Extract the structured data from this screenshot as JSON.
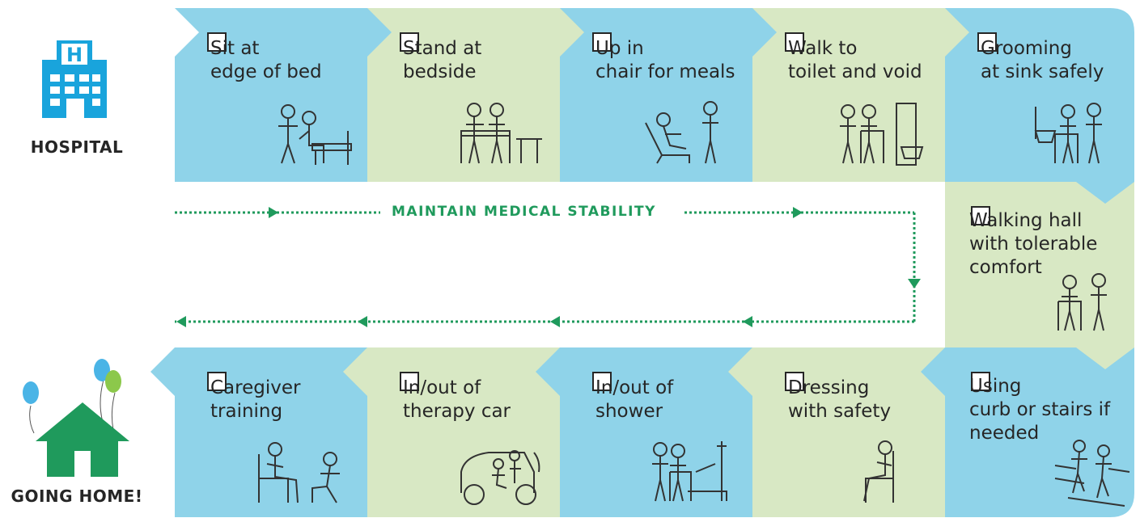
{
  "colors": {
    "blue": "#8fd3e9",
    "green": "#d8e8c4",
    "accent": "#1f9a5c",
    "hospital_blue": "#19a4dc",
    "home_green": "#1f9a5c",
    "ink": "#262626"
  },
  "hospital": {
    "label": "HOSPITAL",
    "icon": "hospital-building-icon",
    "sign": "H"
  },
  "home": {
    "label": "GOING HOME!",
    "icon": "house-icon",
    "balloons_icon": "balloons-icon"
  },
  "flow": {
    "label": "MAINTAIN MEDICAL STABILITY"
  },
  "steps_top": [
    {
      "label": "Sit at\nedge of bed",
      "checked": false,
      "color": "blue",
      "icon": "sitting-at-bed-icon"
    },
    {
      "label": "Stand at\nbedside",
      "checked": false,
      "color": "green",
      "icon": "standing-at-bedside-icon"
    },
    {
      "label": "Up in\nchair for meals",
      "checked": false,
      "color": "blue",
      "icon": "chair-meal-icon"
    },
    {
      "label": "Walk to\ntoilet and void",
      "checked": false,
      "color": "green",
      "icon": "walking-to-toilet-icon"
    },
    {
      "label": "Grooming\nat sink safely",
      "checked": false,
      "color": "blue",
      "icon": "grooming-at-sink-icon"
    }
  ],
  "step_middle": {
    "label": "Walking hall\nwith tolerable\ncomfort",
    "checked": false,
    "color": "green",
    "icon": "walking-hall-icon"
  },
  "steps_bottom": [
    {
      "label": "Caregiver\ntraining",
      "checked": false,
      "color": "blue",
      "icon": "caregiver-training-icon"
    },
    {
      "label": "In/out of\ntherapy car",
      "checked": false,
      "color": "green",
      "icon": "therapy-car-icon"
    },
    {
      "label": "In/out of\nshower",
      "checked": false,
      "color": "blue",
      "icon": "shower-icon"
    },
    {
      "label": "Dressing\nwith safety",
      "checked": false,
      "color": "green",
      "icon": "dressing-icon"
    },
    {
      "label": "Using\ncurb or stairs if\nneeded",
      "checked": false,
      "color": "blue",
      "icon": "stairs-icon"
    }
  ]
}
